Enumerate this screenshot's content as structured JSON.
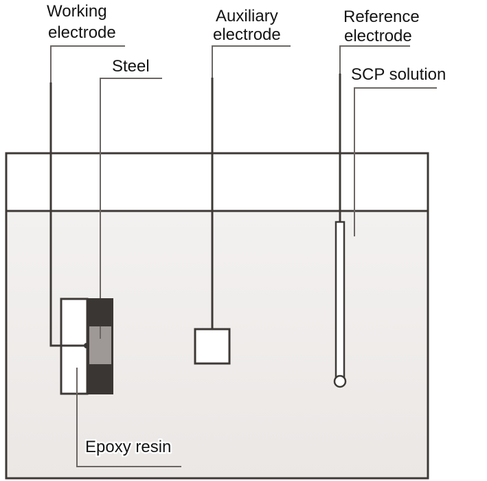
{
  "diagram": {
    "type": "electrochemical-cell-schematic",
    "labels": {
      "working_electrode": [
        "Working",
        "electrode"
      ],
      "steel": "Steel",
      "auxiliary_electrode": [
        "Auxiliary",
        "electrode"
      ],
      "reference_electrode": [
        "Reference",
        "electrode"
      ],
      "scp_solution": "SCP solution",
      "epoxy_resin": "Epoxy resin"
    },
    "colors": {
      "outline": "#3d3936",
      "leader": "#6b6663",
      "solution_fill": "#efecea",
      "steel_dark": "#3a3634",
      "steel_exposed": "#9e9896",
      "epoxy_fill": "#ffffff"
    }
  }
}
